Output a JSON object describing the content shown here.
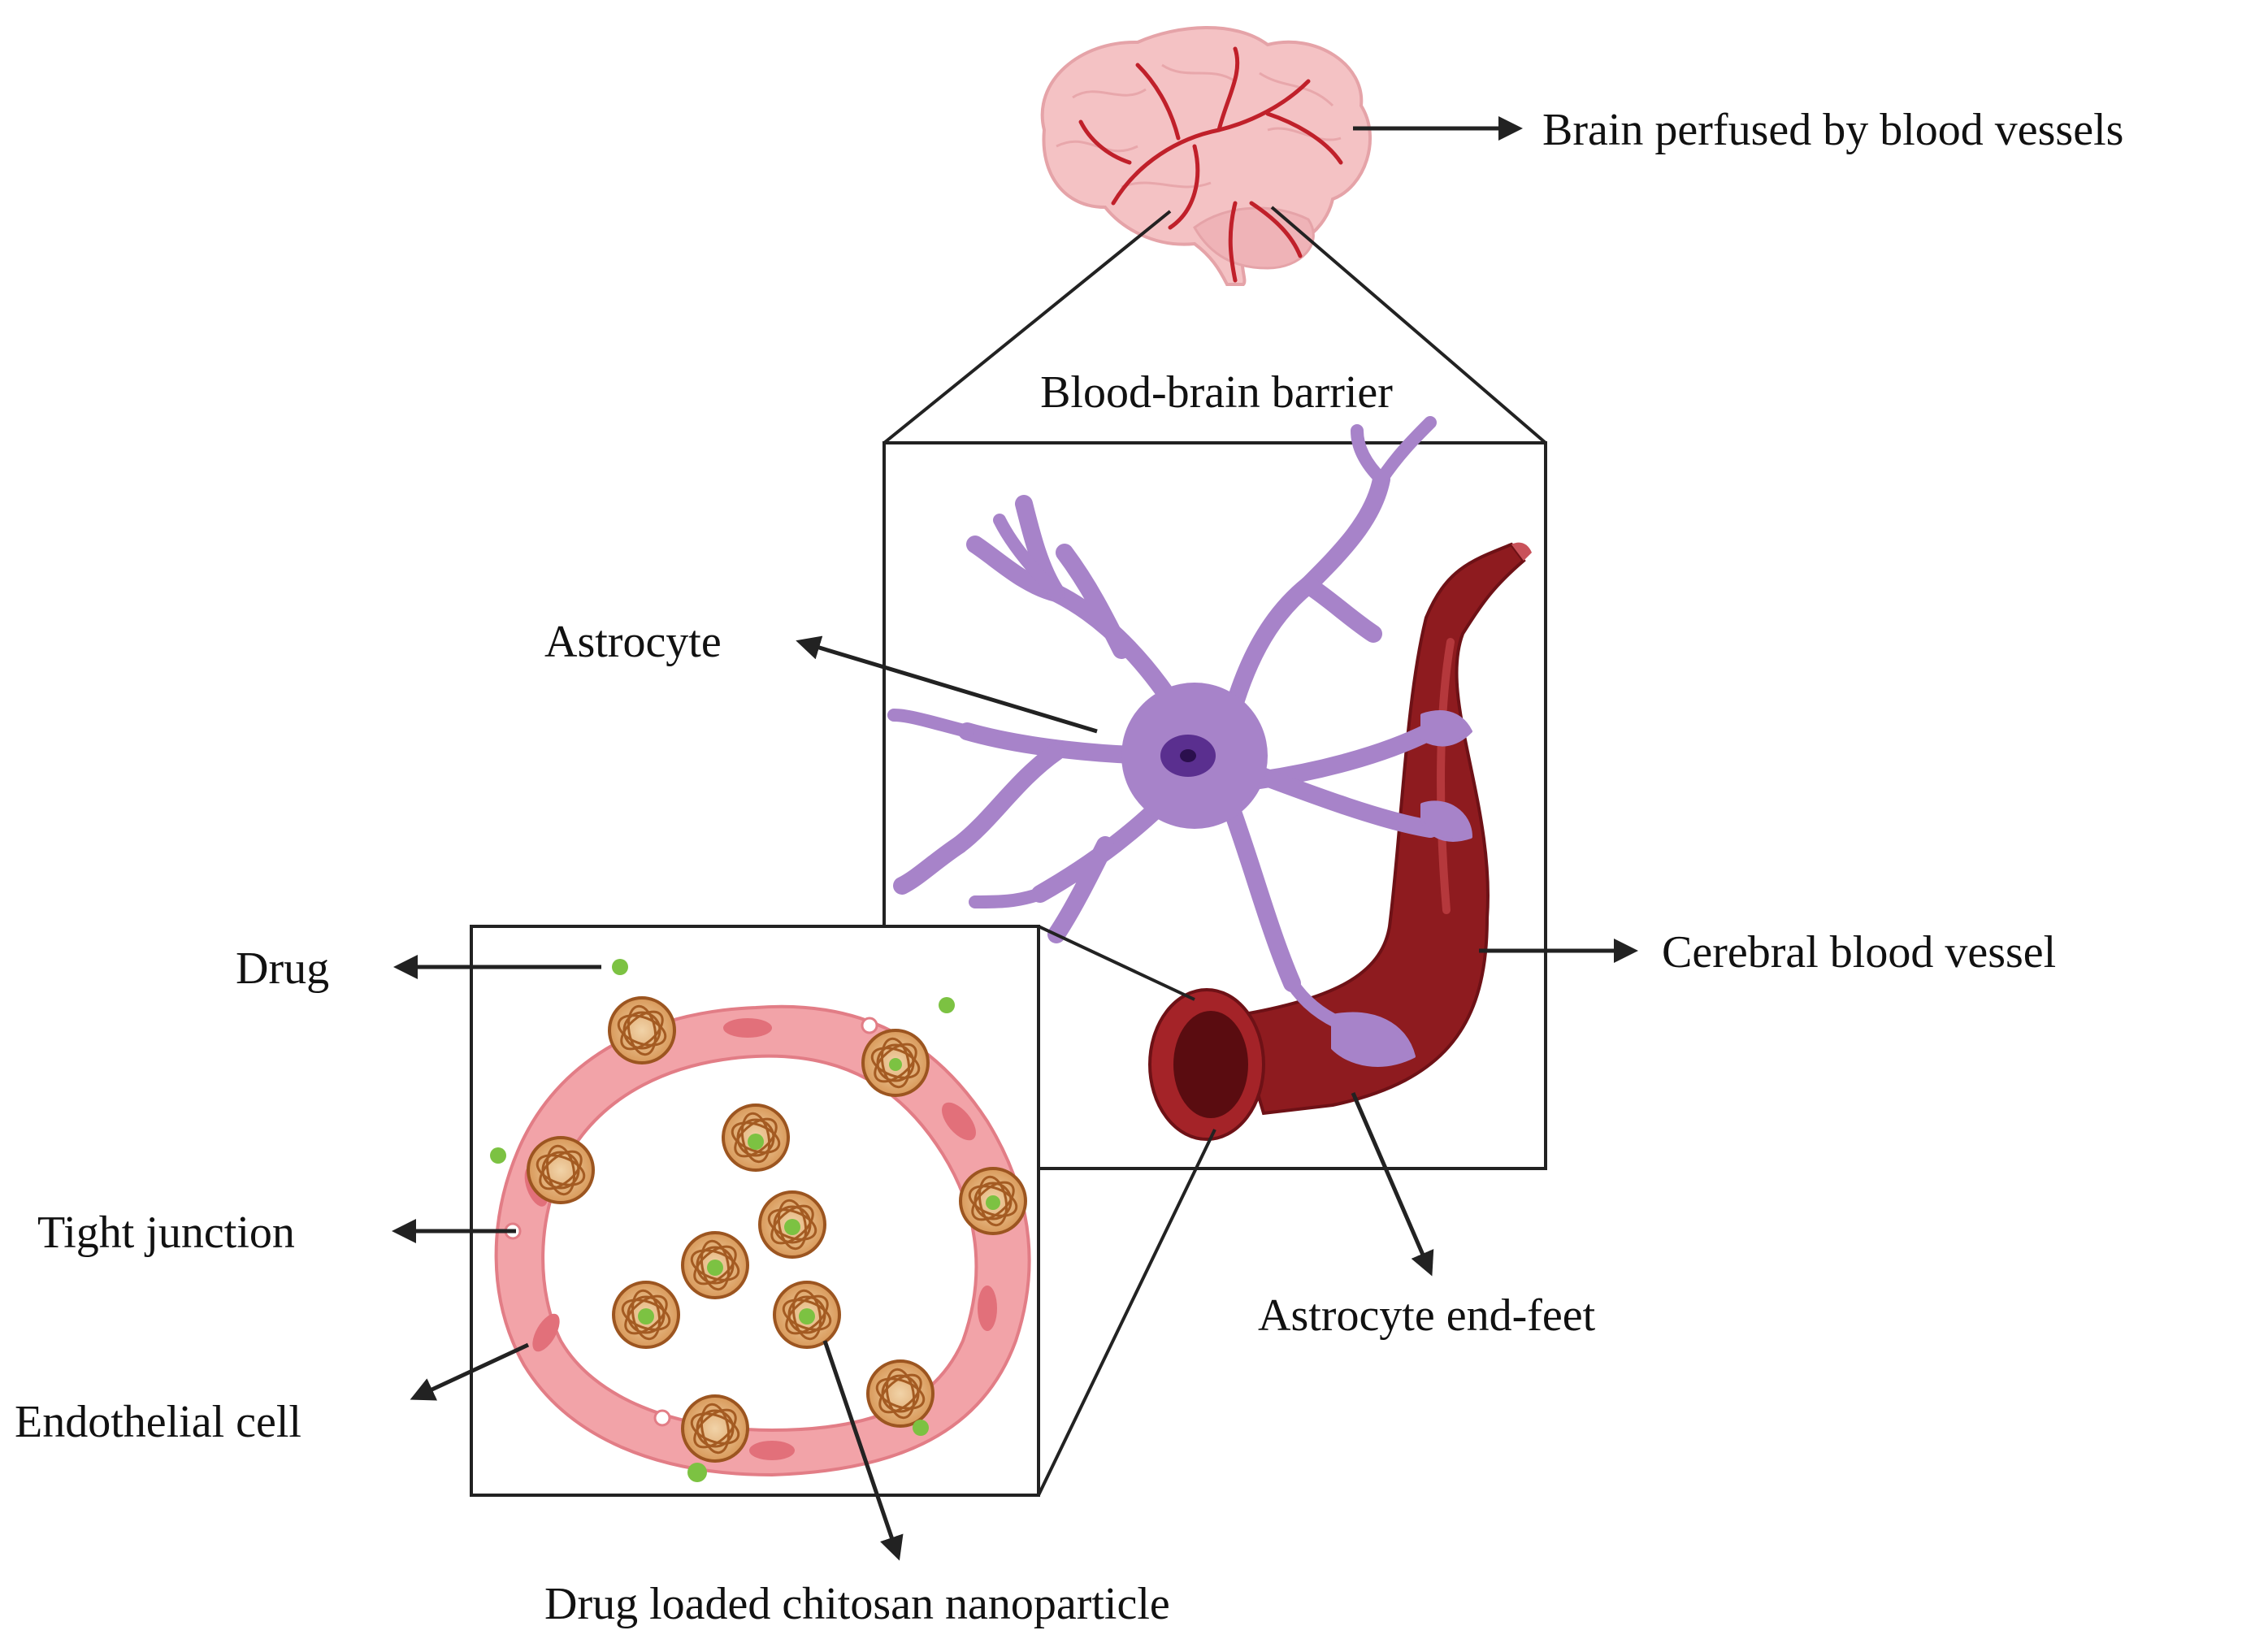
{
  "labels": {
    "brain": "Brain perfused by blood vessels",
    "bbb": "Blood-brain barrier",
    "astrocyte": "Astrocyte",
    "vessel": "Cerebral blood vessel",
    "endfeet": "Astrocyte end-feet",
    "drug": "Drug",
    "tight_junction": "Tight junction",
    "endothelial": "Endothelial cell",
    "nanoparticle": "Drug loaded chitosan nanoparticle"
  },
  "colors": {
    "brain": "#f4c2c4",
    "brain_vessels": "#c0202a",
    "astrocyte": "#a783c9",
    "astrocyte_nucleus": "#5a2f8f",
    "vessel": "#8e1b1f",
    "endothelium": "#f2a3a8",
    "endothelium_nucleus": "#e2707a",
    "nanoparticle": "#b86a2a",
    "drug": "#7cc242"
  }
}
